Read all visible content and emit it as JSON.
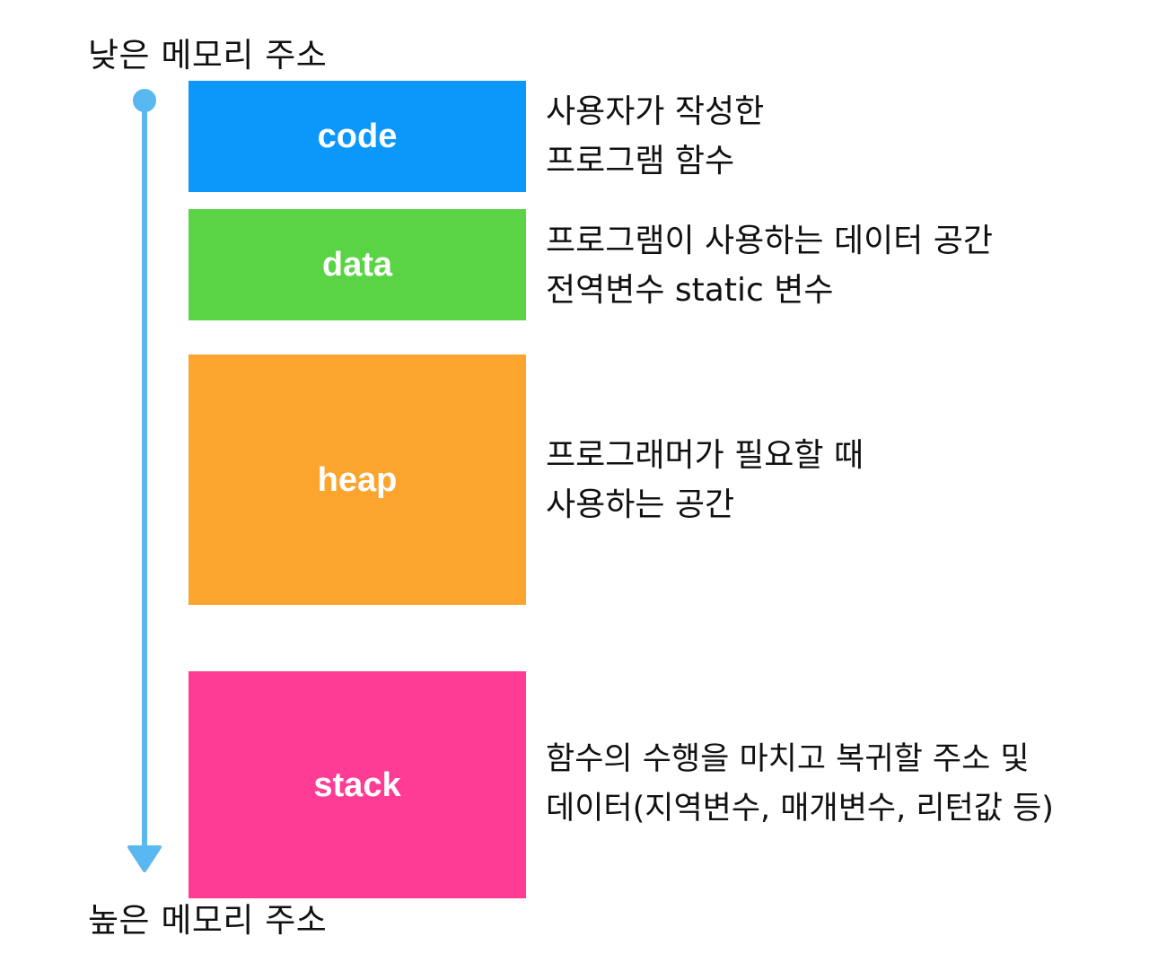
{
  "address": {
    "top": "낮은 메모리 주소",
    "bottom": "높은 메모리 주소"
  },
  "arrow": {
    "color": "#5ab8f0"
  },
  "segments": [
    {
      "label": "code",
      "color": "#0b98fa",
      "desc": [
        "사용자가 작성한",
        "프로그램 함수"
      ]
    },
    {
      "label": "data",
      "color": "#5ad344",
      "desc": [
        "프로그램이 사용하는 데이터 공간",
        "전역변수 static 변수"
      ]
    },
    {
      "label": "heap",
      "color": "#fba42e",
      "desc": [
        "프로그래머가 필요할 때",
        "사용하는 공간"
      ]
    },
    {
      "label": "stack",
      "color": "#fe3c95",
      "desc": [
        "함수의 수행을 마치고 복귀할 주소 및",
        "데이터(지역변수, 매개변수, 리턴값 등)"
      ]
    }
  ]
}
